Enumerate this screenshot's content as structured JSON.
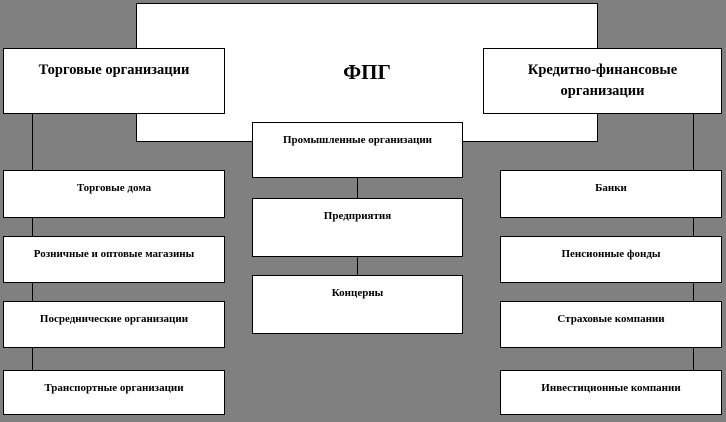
{
  "diagram": {
    "title": "ФПГ",
    "background_color": "#808080",
    "box_color": "#ffffff",
    "line_color": "#000000",
    "root": {
      "label": "ФПГ"
    },
    "branches": [
      {
        "id": "trade",
        "head": "Торговые организации",
        "children": [
          "Торговые дома",
          "Розничные и оптовые магазины",
          "Посреднические организации",
          "Транспортные организации"
        ]
      },
      {
        "id": "industrial",
        "head": "Промышленные организации",
        "children": [
          "Предприятия",
          "Концерны"
        ]
      },
      {
        "id": "financial",
        "head": "Кредитно-финансовые организации",
        "children": [
          "Банки",
          "Пенсионные фонды",
          "Страховые компании",
          "Инвестиционные компании"
        ]
      }
    ]
  }
}
